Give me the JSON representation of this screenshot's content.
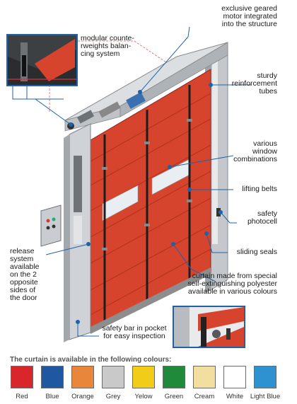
{
  "labels": {
    "motor": [
      "exclusive geared",
      "motor integrated",
      "into the structure"
    ],
    "counterweights": [
      "modular counte-",
      "rweights balan-",
      "cing system"
    ],
    "reinforcement": [
      "sturdy",
      "reinforcement",
      "tubes"
    ],
    "window": [
      "various",
      "window",
      "combinations"
    ],
    "lifting": [
      "lifting belts"
    ],
    "photocell": [
      "safety",
      "photocell"
    ],
    "release": [
      "release",
      "system",
      "available",
      "on the 2",
      "opposite",
      "sides of",
      "the door"
    ],
    "seals": [
      "sliding seals"
    ],
    "curtain": [
      "curtain made from special",
      "self-extinguishing polyester",
      "available in various colours"
    ],
    "safety_bar": [
      "safety bar in pocket",
      "for easy inspection"
    ]
  },
  "colours_title": "The curtain is available in the following colours:",
  "colours": [
    {
      "name": "Red",
      "hex": "#d9262c"
    },
    {
      "name": "Blue",
      "hex": "#1f57a0"
    },
    {
      "name": "Orange",
      "hex": "#e8863c"
    },
    {
      "name": "Grey",
      "hex": "#c9c9c9"
    },
    {
      "name": "Yelow",
      "hex": "#f1cc18"
    },
    {
      "name": "Green",
      "hex": "#1f8a3a"
    },
    {
      "name": "Cream",
      "hex": "#f2dfa0"
    },
    {
      "name": "White",
      "hex": "#ffffff"
    },
    {
      "name": "Light Blue",
      "hex": "#2f92d0"
    }
  ],
  "accent": "#1e63a8",
  "curtain_color": "#d7442e"
}
